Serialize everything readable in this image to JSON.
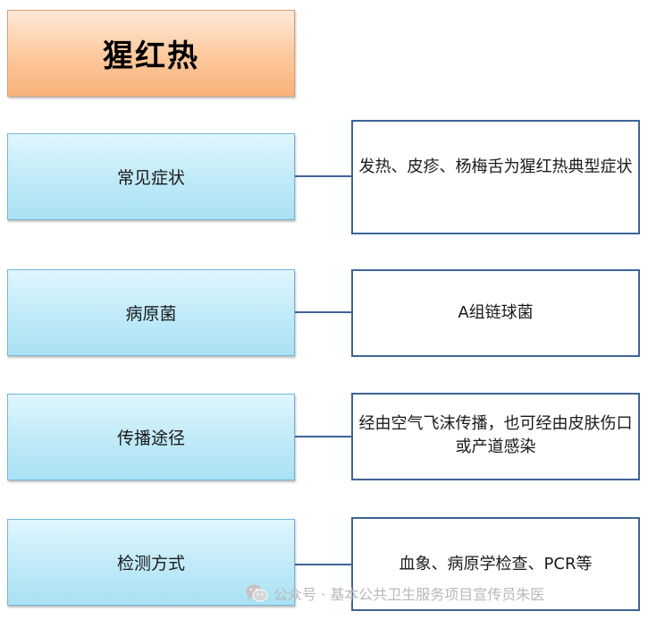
{
  "title": "猩红热",
  "rows": [
    {
      "category": "常见症状",
      "description": "发热、皮疹、杨梅舌为猩红热典型症状"
    },
    {
      "category": "病原菌",
      "description": "A组链球菌"
    },
    {
      "category": "传播途径",
      "description": "经由空气飞沫传播，也可经由皮肤伤口或产道感染"
    },
    {
      "category": "检测方式",
      "description": "血象、病原学检查、PCR等"
    }
  ],
  "watermark": {
    "text": "公众号 · 基本公共卫生服务项目宣传员朱医",
    "icon": "wechat-icon"
  },
  "colors": {
    "title_fill": "#fdc89c",
    "category_fill": "#bfeaf8",
    "description_border": "#3f6396"
  }
}
